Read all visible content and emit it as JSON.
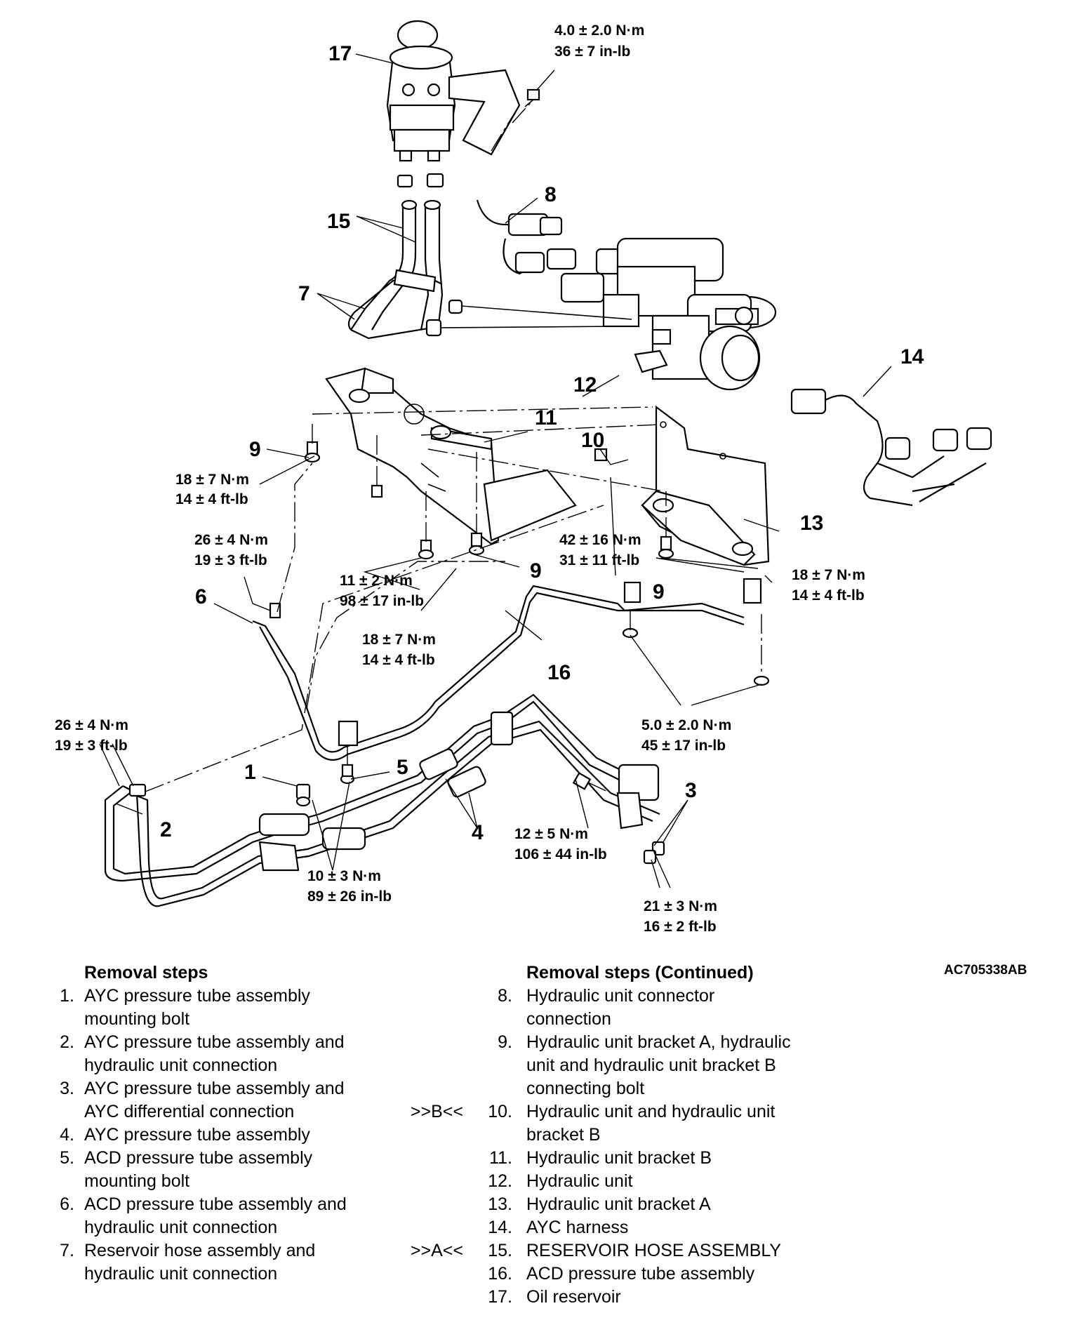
{
  "callouts": {
    "c1": "1",
    "c2": "2",
    "c3": "3",
    "c4": "4",
    "c5": "5",
    "c6": "6",
    "c7": "7",
    "c8": "8",
    "c9a": "9",
    "c9b": "9",
    "c9c": "9",
    "c10": "10",
    "c11": "11",
    "c12": "12",
    "c13": "13",
    "c14": "14",
    "c15": "15",
    "c16": "16",
    "c17": "17"
  },
  "torques": {
    "t_res_nm": "4.0 ± 2.0 N·m",
    "t_res_in": "36 ± 7 in-lb",
    "t_9l_nm": "18 ± 7 N·m",
    "t_9l_ft": "14 ± 4 ft-lb",
    "t_6_nm": "26 ± 4 N·m",
    "t_6_ft": "19 ± 3 ft-lb",
    "t_11_nm": "11 ± 2 N·m",
    "t_11_in": "98 ± 17 in-lb",
    "t_10_nm": "42 ± 16 N·m",
    "t_10_ft": "31 ± 11 ft-lb",
    "t_9r_nm": "18 ± 7 N·m",
    "t_9r_ft": "14 ± 4 ft-lb",
    "t_9m_nm": "18 ± 7 N·m",
    "t_9m_ft": "14 ± 4 ft-lb",
    "t_2_nm": "26 ± 4 N·m",
    "t_2_ft": "19 ± 3 ft-lb",
    "t_16_nm": "5.0 ± 2.0 N·m",
    "t_16_in": "45 ± 17 in-lb",
    "t_15_nm": "10 ± 3 N·m",
    "t_15_in": "89 ± 26 in-lb",
    "t_3b_nm": "12 ± 5 N·m",
    "t_3b_in": "106 ± 44 in-lb",
    "t_3_nm": "21 ± 3 N·m",
    "t_3_ft": "16 ± 2 ft-lb"
  },
  "removal_steps": {
    "heading": "Removal steps",
    "items": [
      {
        "num": "1.",
        "text": "AYC pressure tube assembly",
        "text2": "mounting bolt"
      },
      {
        "num": "2.",
        "text": "AYC pressure tube assembly and",
        "text2": "hydraulic unit connection"
      },
      {
        "num": "3.",
        "text": "AYC pressure tube assembly and",
        "text2": "AYC differential connection"
      },
      {
        "num": "4.",
        "text": "AYC pressure tube assembly"
      },
      {
        "num": "5.",
        "text": "ACD pressure tube assembly",
        "text2": "mounting bolt"
      },
      {
        "num": "6.",
        "text": "ACD pressure tube assembly and",
        "text2": "hydraulic unit connection"
      },
      {
        "num": "7.",
        "text": "Reservoir hose assembly and",
        "text2": "hydraulic unit connection"
      }
    ]
  },
  "removal_steps_continued": {
    "heading": "Removal steps (Continued)",
    "items": [
      {
        "num": "8.",
        "text": "Hydraulic unit connector",
        "text2": "connection"
      },
      {
        "num": "9.",
        "text": "Hydraulic unit bracket A, hydraulic",
        "text2": "unit and hydraulic unit bracket B",
        "text3": "connecting bolt"
      },
      {
        "prefix": ">>B<<",
        "num": "10.",
        "text": "Hydraulic unit and hydraulic unit",
        "text2": "bracket B"
      },
      {
        "num": "11.",
        "text": "Hydraulic unit bracket B"
      },
      {
        "num": "12.",
        "text": "Hydraulic unit"
      },
      {
        "num": "13.",
        "text": "Hydraulic unit bracket A"
      },
      {
        "num": "14.",
        "text": "AYC harness"
      },
      {
        "prefix": ">>A<<",
        "num": "15.",
        "text": "RESERVOIR HOSE ASSEMBLY"
      },
      {
        "num": "16.",
        "text": "ACD pressure tube assembly"
      },
      {
        "num": "17.",
        "text": "Oil reservoir"
      }
    ]
  },
  "figure_code": "AC705338AB"
}
